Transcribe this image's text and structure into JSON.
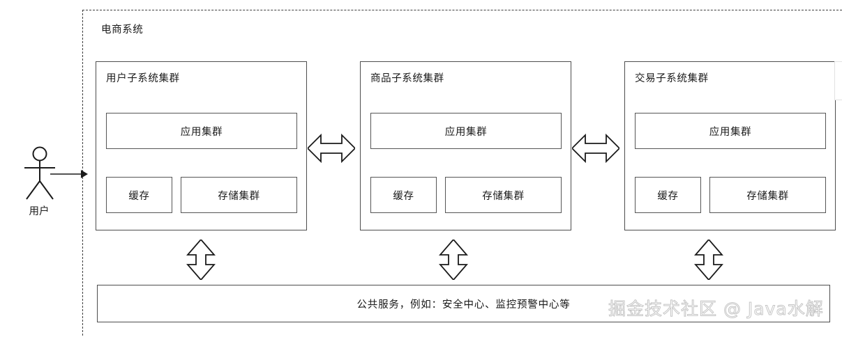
{
  "diagram": {
    "system_boundary_title": "电商系统",
    "actor": {
      "label": "用户",
      "icon": "actor-stick-figure-icon",
      "arrow_icon": "arrow-right-icon"
    },
    "subsystems": [
      {
        "title": "用户子系统集群",
        "app_cluster": "应用集群",
        "cache": "缓存",
        "storage": "存储集群"
      },
      {
        "title": "商品子系统集群",
        "app_cluster": "应用集群",
        "cache": "缓存",
        "storage": "存储集群"
      },
      {
        "title": "交易子系统集群",
        "app_cluster": "应用集群",
        "cache": "缓存",
        "storage": "存储集群"
      }
    ],
    "horizontal_connectors": [
      {
        "icon": "double-arrow-horizontal-icon"
      },
      {
        "icon": "double-arrow-horizontal-icon"
      }
    ],
    "vertical_connectors": [
      {
        "icon": "double-arrow-vertical-icon"
      },
      {
        "icon": "double-arrow-vertical-icon"
      },
      {
        "icon": "double-arrow-vertical-icon"
      }
    ],
    "common_services": "公共服务，例如：安全中心、监控预警中心等",
    "watermark": "掘金技术社区 @ Java水解"
  },
  "colors": {
    "boundary_stroke": "#3c3c3c",
    "box_stroke": "#4d4d4d",
    "inner_box_stroke": "#555555",
    "text": "#1a1a1a",
    "background": "#ffffff",
    "watermark_stroke": "#969696"
  }
}
